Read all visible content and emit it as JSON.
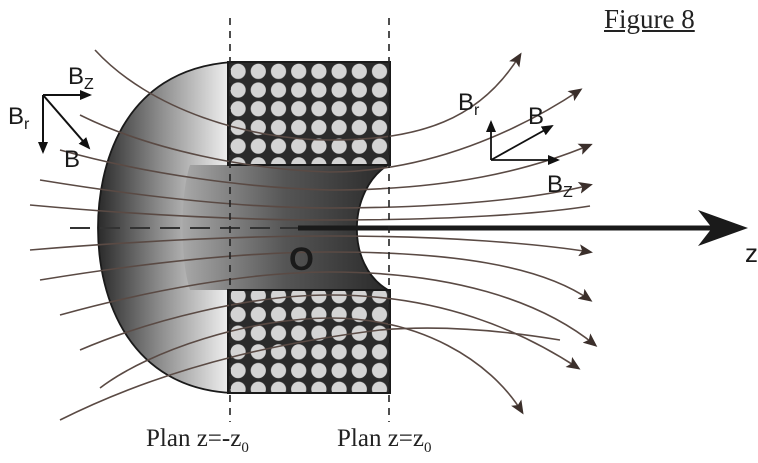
{
  "figure": {
    "title": "Figure 8"
  },
  "labels": {
    "origin": "O",
    "axis": "z",
    "field_total": "B",
    "radial_base": "B",
    "radial_sub": "r",
    "axial_base": "B",
    "axial_sub": "Z"
  },
  "planes": {
    "left": {
      "prefix": "Plan z=-z",
      "sub": "0"
    },
    "right": {
      "prefix": "Plan z=z",
      "sub": "0"
    }
  },
  "colors": {
    "ink": "#1a1a1a",
    "field_line": "#5a4a44",
    "coil_fill": "#2b2b2b",
    "wire": "#d4d4d4"
  },
  "icons": [
    "field-arrowhead",
    "axis-arrowhead"
  ]
}
